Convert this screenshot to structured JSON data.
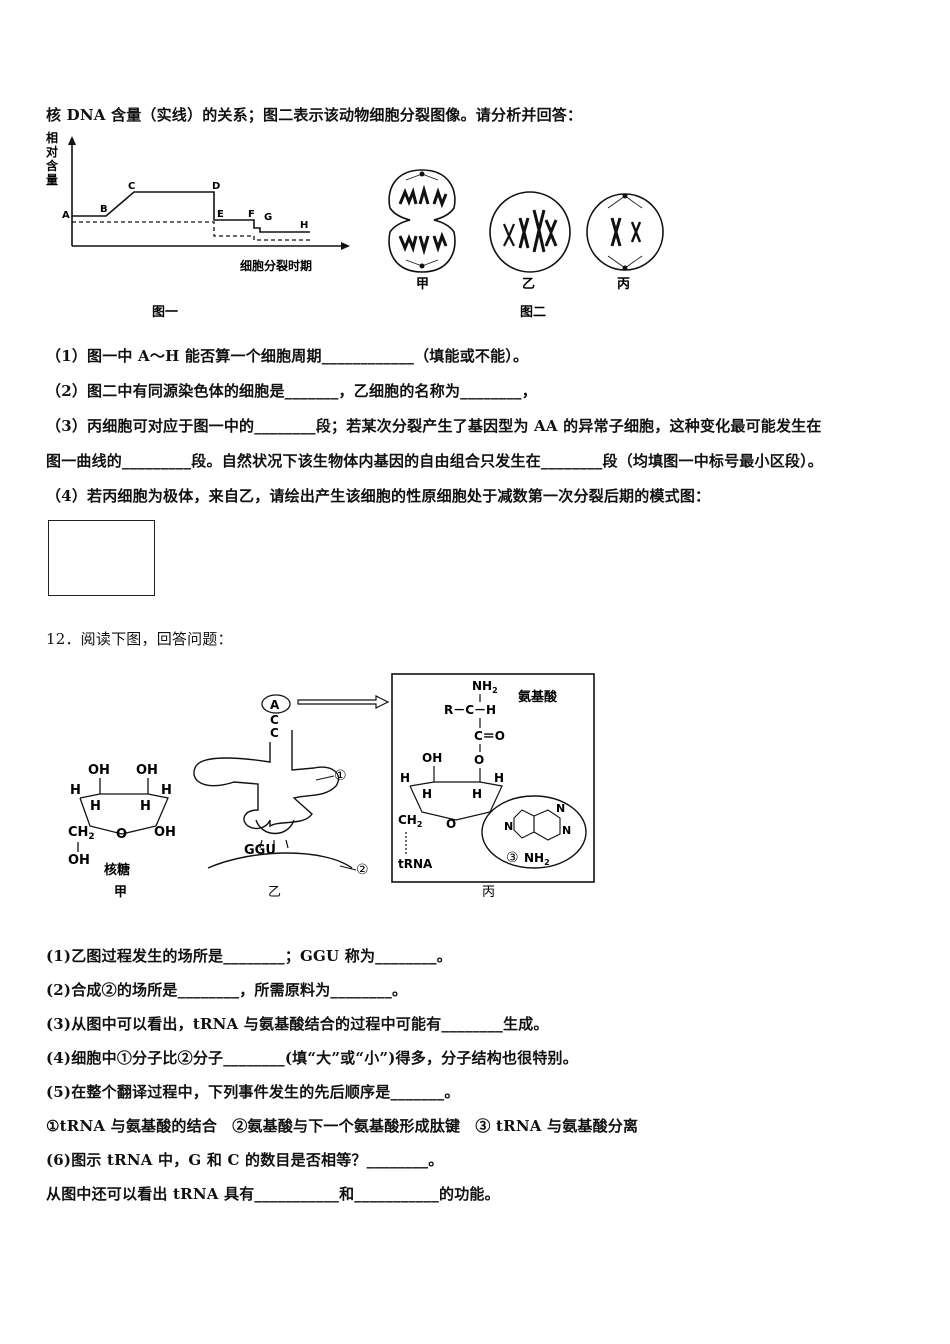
{
  "q11": {
    "intro": "核 DNA 含量（实线）的关系；图二表示该动物细胞分裂图像。请分析并回答：",
    "fig1": {
      "ylabel": [
        "相",
        "对",
        "含",
        "量"
      ],
      "xlabel": "细胞分裂时期",
      "points": [
        "A",
        "B",
        "C",
        "D",
        "E",
        "F",
        "G",
        "H"
      ],
      "caption": "图一"
    },
    "fig2": {
      "cells": [
        "甲",
        "乙",
        "丙"
      ],
      "caption": "图二"
    },
    "q1": "（1）图一中 A～H 能否算一个细胞周期____________（填能或不能）。",
    "q2": "（2）图二中有同源染色体的细胞是_______，乙细胞的名称为________，",
    "q3a": "（3）丙细胞可对应于图一中的________段；若某次分裂产生了基因型为 AA 的异常子细胞，这种变化最可能发生在",
    "q3b": "图一曲线的_________段。自然状况下该生物体内基因的自由组合只发生在________段（均填图一中标号最小区段）。",
    "q4": "（4）若丙细胞为极体，来自乙，请绘出产生该细胞的性原细胞处于减数第一次分裂后期的模式图："
  },
  "q12": {
    "number": "12．阅读下图，回答问题：",
    "fig": {
      "jia_oh1": "OH",
      "jia_oh2": "OH",
      "jia_oh3": "OH",
      "jia_oh4": "OH",
      "jia_h1": "H",
      "jia_h2": "H",
      "jia_h3": "H",
      "jia_h4": "H",
      "jia_o": "O",
      "jia_ch2": "CH",
      "jia_sub2": "2",
      "jia_name": "核糖",
      "jia_label": "甲",
      "yi_a": "A",
      "yi_c1": "C",
      "yi_c2": "C",
      "yi_anticodon": "GGU",
      "yi_mark1": "①",
      "yi_mark2": "②",
      "yi_label": "乙",
      "bing_nh2": "NH",
      "bing_rch": "R－C－H",
      "bing_co": "C＝O",
      "bing_o1": "O",
      "bing_aa": "氨基酸",
      "bing_oh": "OH",
      "bing_h1": "H",
      "bing_h2": "H",
      "bing_h3": "H",
      "bing_h4": "H",
      "bing_ch2": "CH",
      "bing_o2": "O",
      "bing_trna": "tRNA",
      "bing_mark3": "③",
      "bing_nh2b": "NH",
      "bing_n": "N",
      "bing_label": "丙"
    },
    "s1": "(1)乙图过程发生的场所是________；GGU 称为________。",
    "s2": "(2)合成②的场所是________，所需原料为________。",
    "s3": "(3)从图中可以看出，tRNA 与氨基酸结合的过程中可能有________生成。",
    "s4": "(4)细胞中①分子比②分子________(填“大”或“小”)得多，分子结构也很特别。",
    "s5": "(5)在整个翻译过程中，下列事件发生的先后顺序是_______。",
    "s5opts": "①tRNA 与氨基酸的结合　②氨基酸与下一个氨基酸形成肽键　③ tRNA 与氨基酸分离",
    "s6": "(6)图示 tRNA 中，G 和 C 的数目是否相等？________。",
    "s7": "从图中还可以看出 tRNA 具有___________和___________的功能。"
  }
}
